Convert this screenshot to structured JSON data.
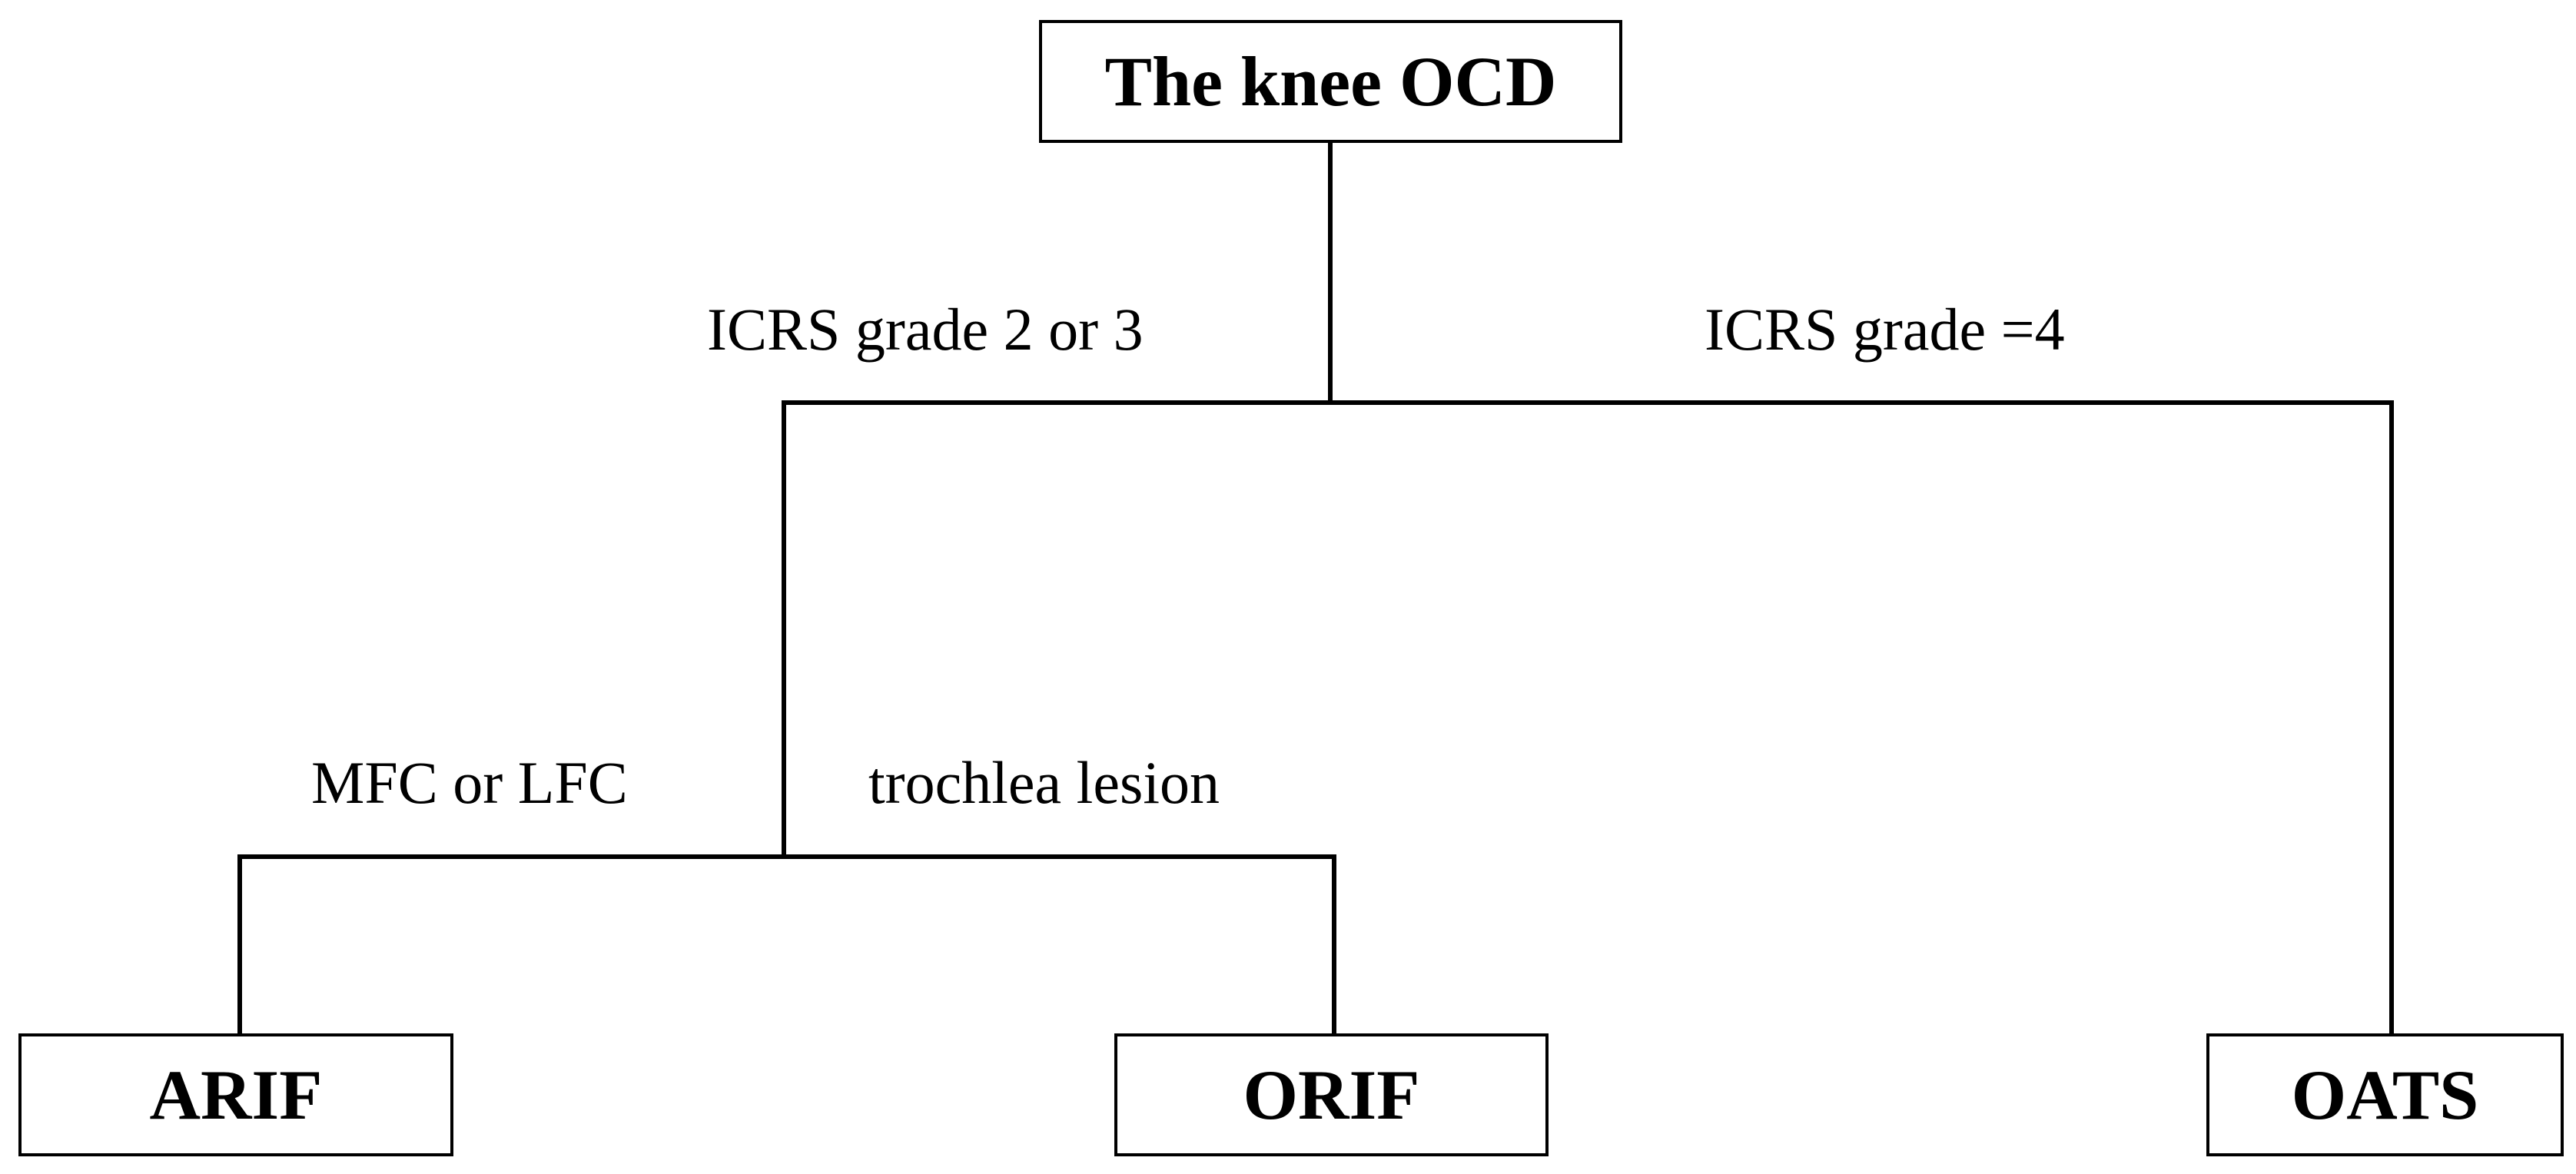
{
  "nodes": {
    "root": "The knee OCD",
    "arif": "ARIF",
    "orif": "ORIF",
    "oats": "OATS"
  },
  "edges": {
    "icrs_2_or_3": "ICRS grade 2 or 3",
    "icrs_4": "ICRS grade =4",
    "mfc_or_lfc": "MFC or LFC",
    "trochlea": "trochlea lesion"
  }
}
